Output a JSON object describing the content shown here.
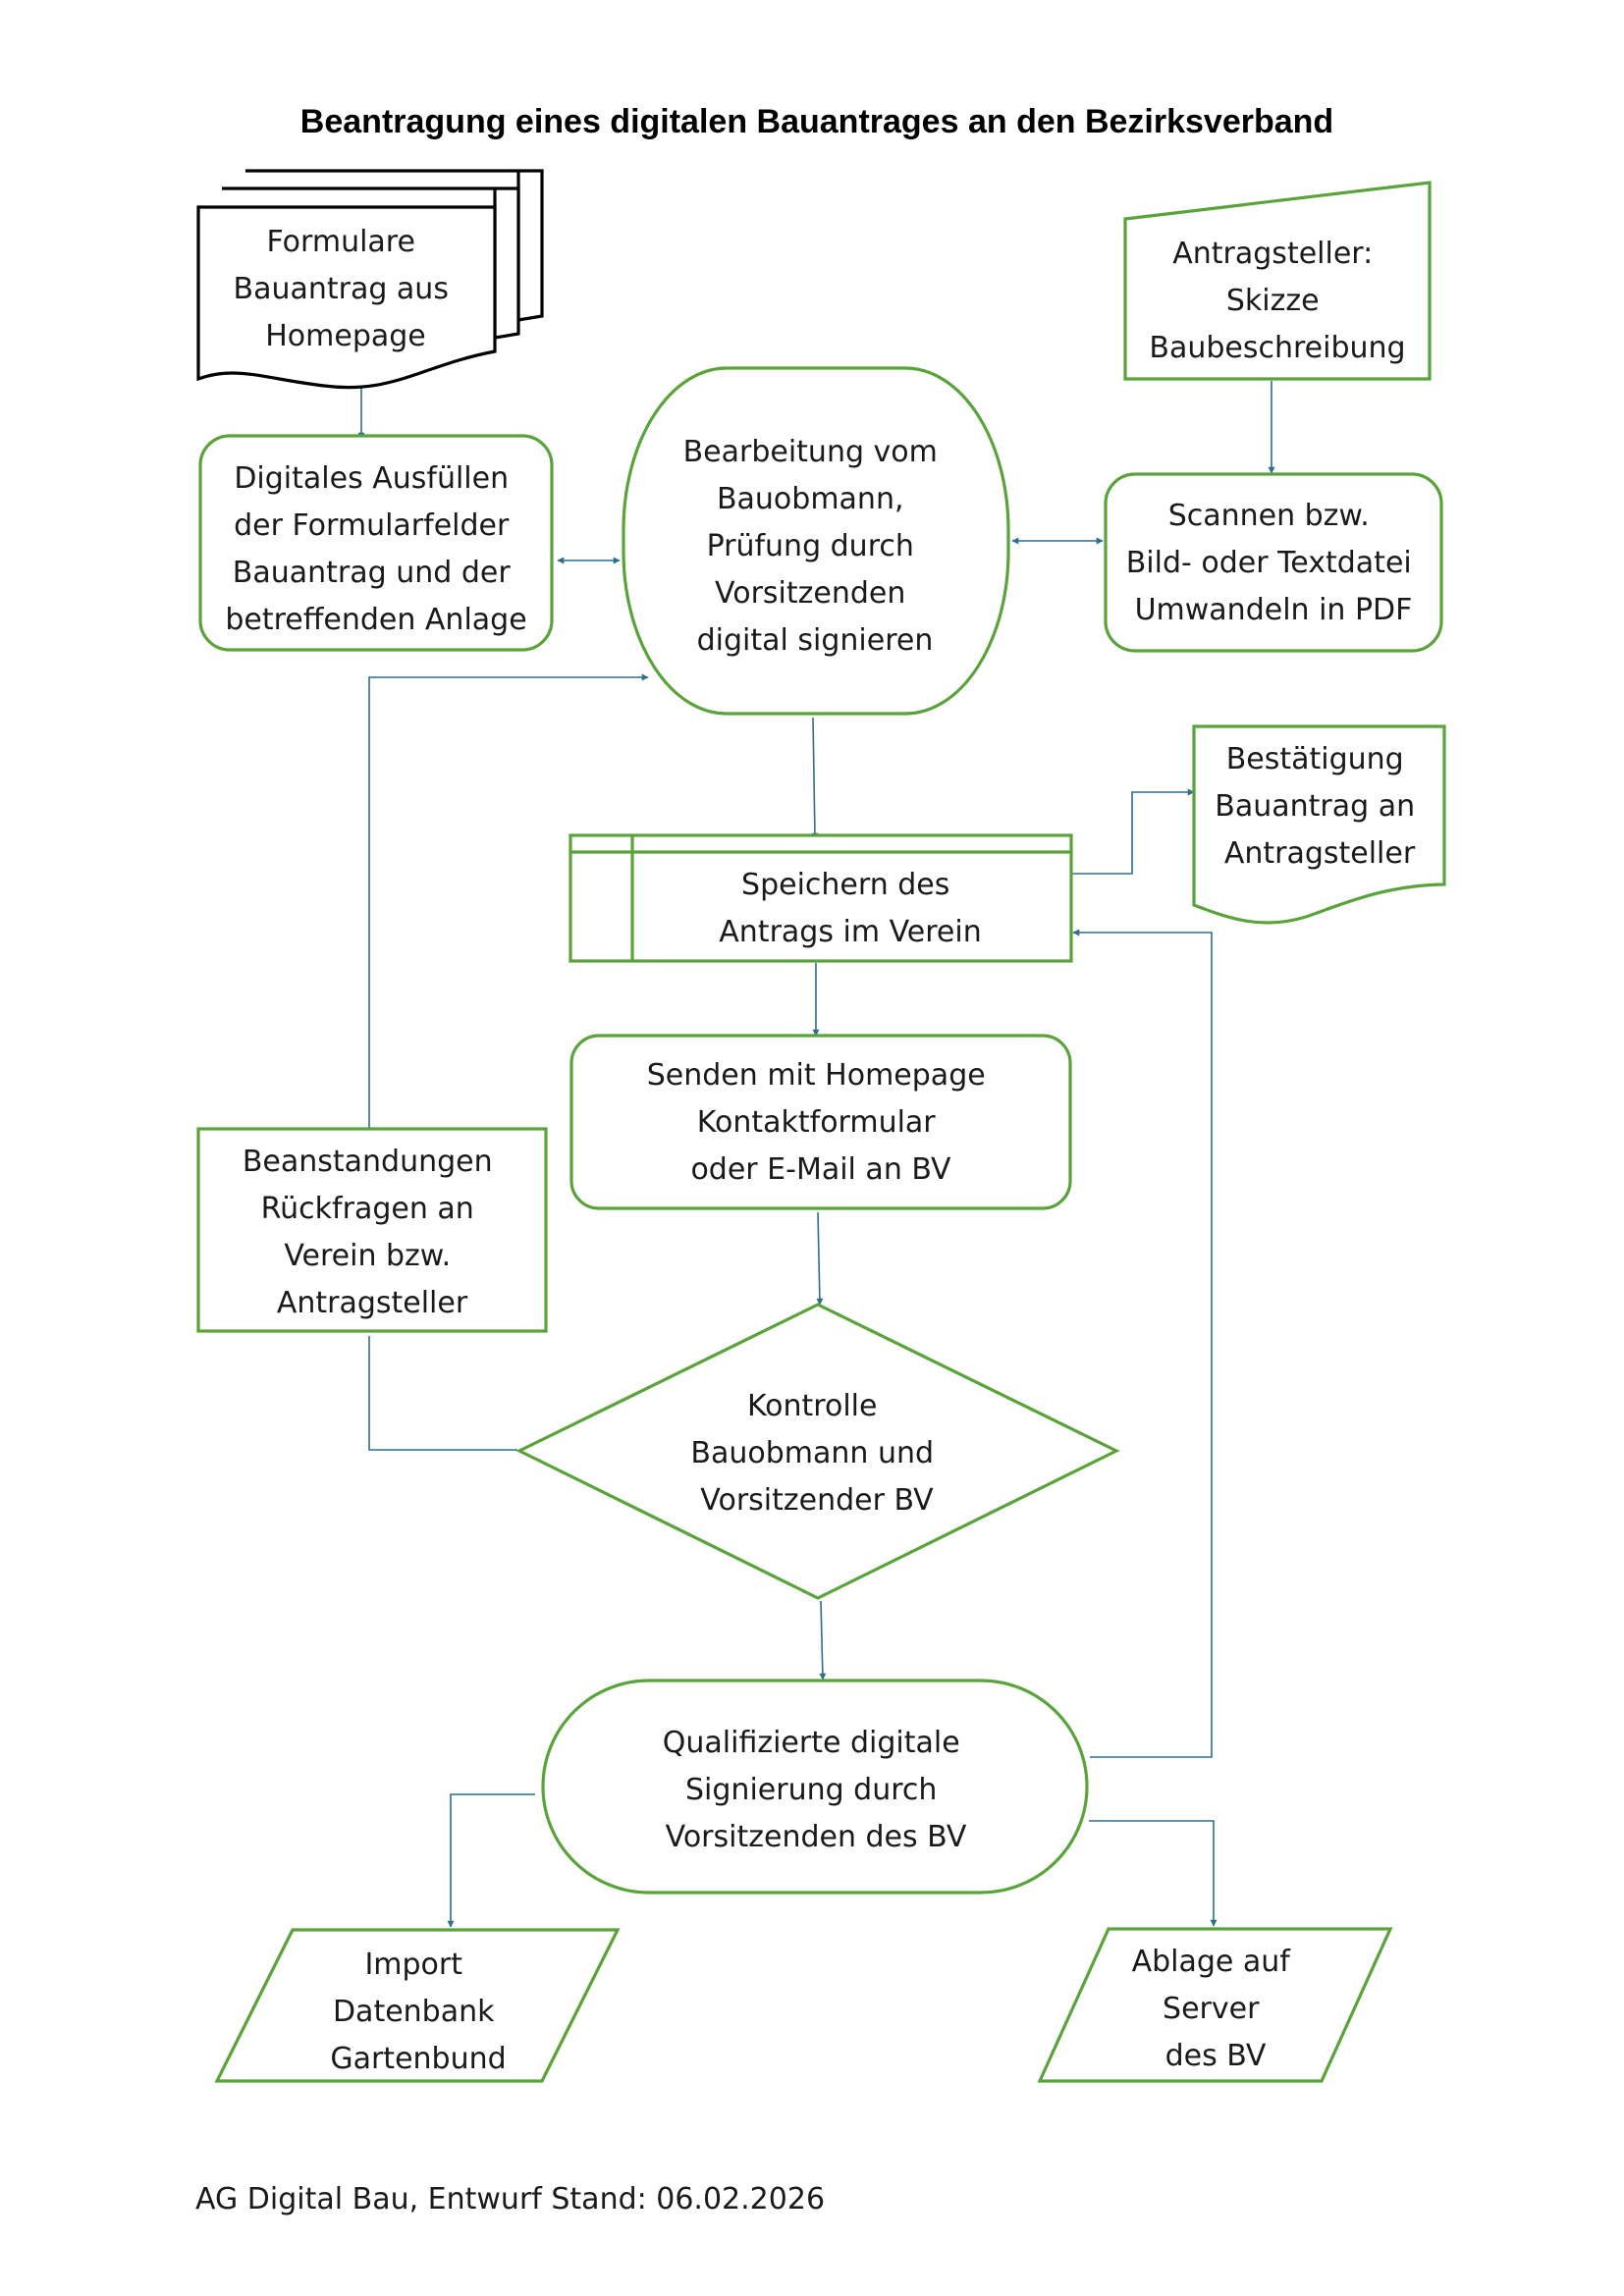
{
  "title": "Beantragung eines digitalen Bauantrages an den Bezirksverband",
  "footer": "AG Digital Bau, Entwurf Stand: 06.02.2026",
  "colors": {
    "shape_stroke": "#5aa33a",
    "document_stroke": "#000000",
    "connector": "#2e6f8e",
    "text": "#1a1a1a"
  },
  "nodes": {
    "formulare": {
      "lines": [
        "Formulare",
        "Bauantrag aus",
        "Homepage"
      ]
    },
    "antragsteller": {
      "lines": [
        "Antragsteller:",
        "Skizze",
        "Baubeschreibung"
      ]
    },
    "ausfuellen": {
      "lines": [
        "Digitales Ausfüllen",
        "der Formularfelder",
        "Bauantrag und der",
        "betreffenden Anlage"
      ]
    },
    "bearbeitung": {
      "lines": [
        "Bearbeitung vom",
        "Bauobmann,",
        "Prüfung durch",
        "Vorsitzenden",
        "digital signieren"
      ]
    },
    "scannen": {
      "lines": [
        "Scannen bzw.",
        "Bild- oder Textdatei",
        "Umwandeln in PDF"
      ]
    },
    "bestaetigung": {
      "lines": [
        "Bestätigung",
        "Bauantrag an",
        "Antragsteller"
      ]
    },
    "speichern": {
      "lines": [
        "Speichern des",
        "Antrags im Verein"
      ]
    },
    "senden": {
      "lines": [
        "Senden mit Homepage",
        "Kontaktformular",
        "oder E-Mail an BV"
      ]
    },
    "beanstandungen": {
      "lines": [
        "Beanstandungen",
        "Rückfragen an",
        "Verein bzw.",
        "Antragsteller"
      ]
    },
    "kontrolle": {
      "lines": [
        "Kontrolle",
        "Bauobmann und",
        "Vorsitzender BV"
      ]
    },
    "signierung": {
      "lines": [
        "Qualifizierte digitale",
        "Signierung durch",
        "Vorsitzenden des BV"
      ]
    },
    "import": {
      "lines": [
        "Import",
        "Datenbank",
        "Gartenbund"
      ]
    },
    "ablage": {
      "lines": [
        "Ablage auf",
        "Server",
        "des BV"
      ]
    }
  }
}
